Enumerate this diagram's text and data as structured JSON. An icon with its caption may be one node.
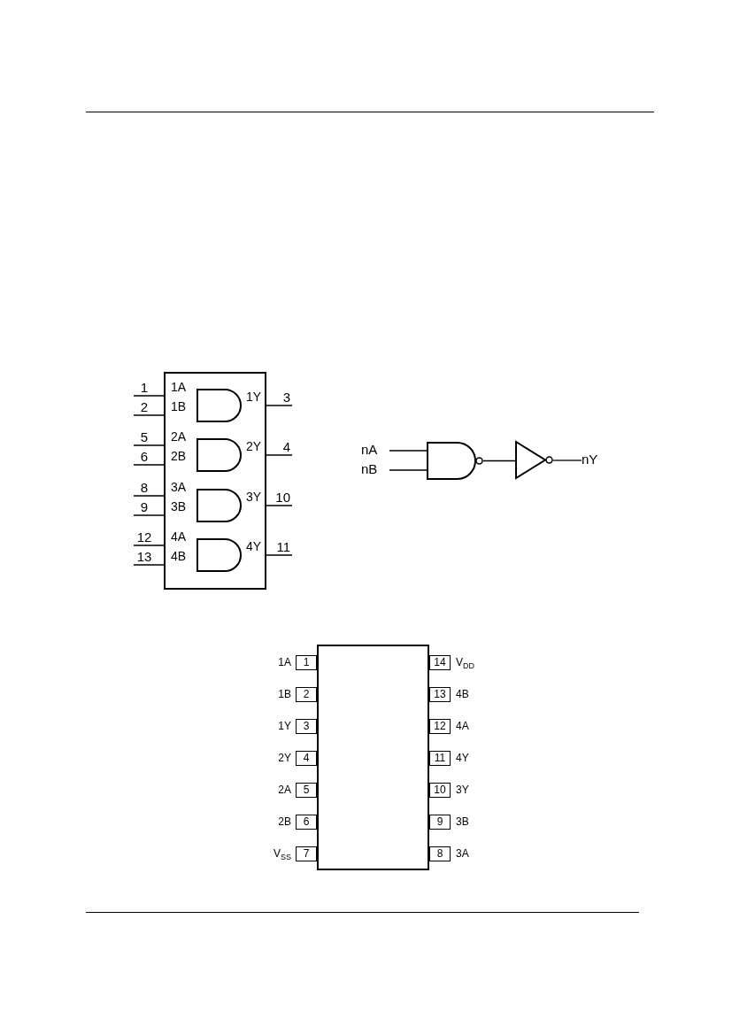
{
  "diagram": {
    "nodes": [
      {
        "text": [],
        "shape": "box"
      },
      {
        "text": [],
        "shape": "and",
        "in": 0
      },
      {
        "text": [],
        "shape": "and",
        "in": 0
      },
      {
        "text": [],
        "shape": "and",
        "in": 0
      },
      {
        "text": [],
        "shape": "and",
        "in": 0
      },
      {
        "text": [
          "1"
        ]
      },
      {
        "text": [
          "2"
        ]
      },
      {
        "text": [
          "3"
        ]
      },
      {
        "text": [
          "5"
        ]
      },
      {
        "text": [
          "6"
        ]
      },
      {
        "text": [
          "4"
        ]
      },
      {
        "text": [
          "8"
        ]
      },
      {
        "text": [
          "9"
        ]
      },
      {
        "text": [
          "10"
        ]
      },
      {
        "text": [
          "12"
        ]
      },
      {
        "text": [
          "13"
        ]
      },
      {
        "text": [
          "11"
        ]
      },
      {
        "text": [
          "nA"
        ]
      },
      {
        "text": [
          "nB"
        ]
      },
      {
        "text": [],
        "shape": "nand"
      },
      {
        "text": [],
        "shape": "inverter"
      },
      {
        "text": [
          "nY"
        ]
      },
      {
        "text": [],
        "shape": "box"
      },
      {
        "text": [
          "1"
        ],
        "beside": [
          "1A"
        ]
      },
      {
        "text": [
          "14"
        ],
        "beside": [
          "V$_{DD}$"
        ]
      },
      {
        "text": [
          "2"
        ],
        "beside": [
          "1B"
        ]
      },
      {
        "text": [
          "13"
        ],
        "beside": [
          "4B"
        ]
      },
      {
        "text": [
          "3"
        ],
        "beside": [
          "1Y"
        ]
      },
      {
        "text": [
          "12"
        ],
        "beside": [
          "4A"
        ]
      },
      {
        "text": [
          "4"
        ],
        "beside": [
          "2Y"
        ]
      },
      {
        "text": [
          "11"
        ],
        "beside": [
          "4Y"
        ]
      },
      {
        "text": [
          "5"
        ],
        "beside": [
          "2A"
        ]
      },
      {
        "text": [
          "10"
        ],
        "beside": [
          "3Y"
        ]
      },
      {
        "text": [
          "6"
        ],
        "beside": [
          "2B"
        ]
      },
      {
        "text": [
          "9"
        ],
        "beside": [
          "3B"
        ]
      },
      {
        "text": [
          "7"
        ],
        "beside": [
          "V$_{SS}$"
        ]
      },
      {
        "text": [
          "8"
        ],
        "beside": [
          "3A"
        ]
      }
    ],
    "edges": [
      {
        "from": 5,
        "to": 1,
        "arrow": "none"
      },
      {
        "from": 6,
        "to": 1,
        "arrow": "none"
      },
      {
        "from": 1,
        "to": 7,
        "arrow": "none"
      },
      {
        "from": 8,
        "to": 2,
        "arrow": "none"
      },
      {
        "from": 9,
        "to": 2,
        "arrow": "none"
      },
      {
        "from": 2,
        "to": 10,
        "arrow": "none"
      },
      {
        "from": 11,
        "to": 3,
        "arrow": "none"
      },
      {
        "from": 12,
        "to": 3,
        "arrow": "none"
      },
      {
        "from": 3,
        "to": 13,
        "arrow": "none"
      },
      {
        "from": 14,
        "to": 4,
        "arrow": "none"
      },
      {
        "from": 15,
        "to": 4,
        "arrow": "none"
      },
      {
        "from": 4,
        "to": 16,
        "arrow": "none"
      },
      {
        "from": 17,
        "to": 19,
        "arrow": "none"
      },
      {
        "from": 18,
        "to": 19,
        "arrow": "none"
      },
      {
        "from": 19,
        "to": 20,
        "arrow": "none"
      },
      {
        "from": 20,
        "to": 21,
        "arrow": "none"
      }
    ],
    "labels": [
      "1A",
      "1B",
      "1Y",
      "2A",
      "2B",
      "2Y",
      "3A",
      "3B",
      "3Y",
      "4A",
      "4B",
      "4Y"
    ]
  }
}
